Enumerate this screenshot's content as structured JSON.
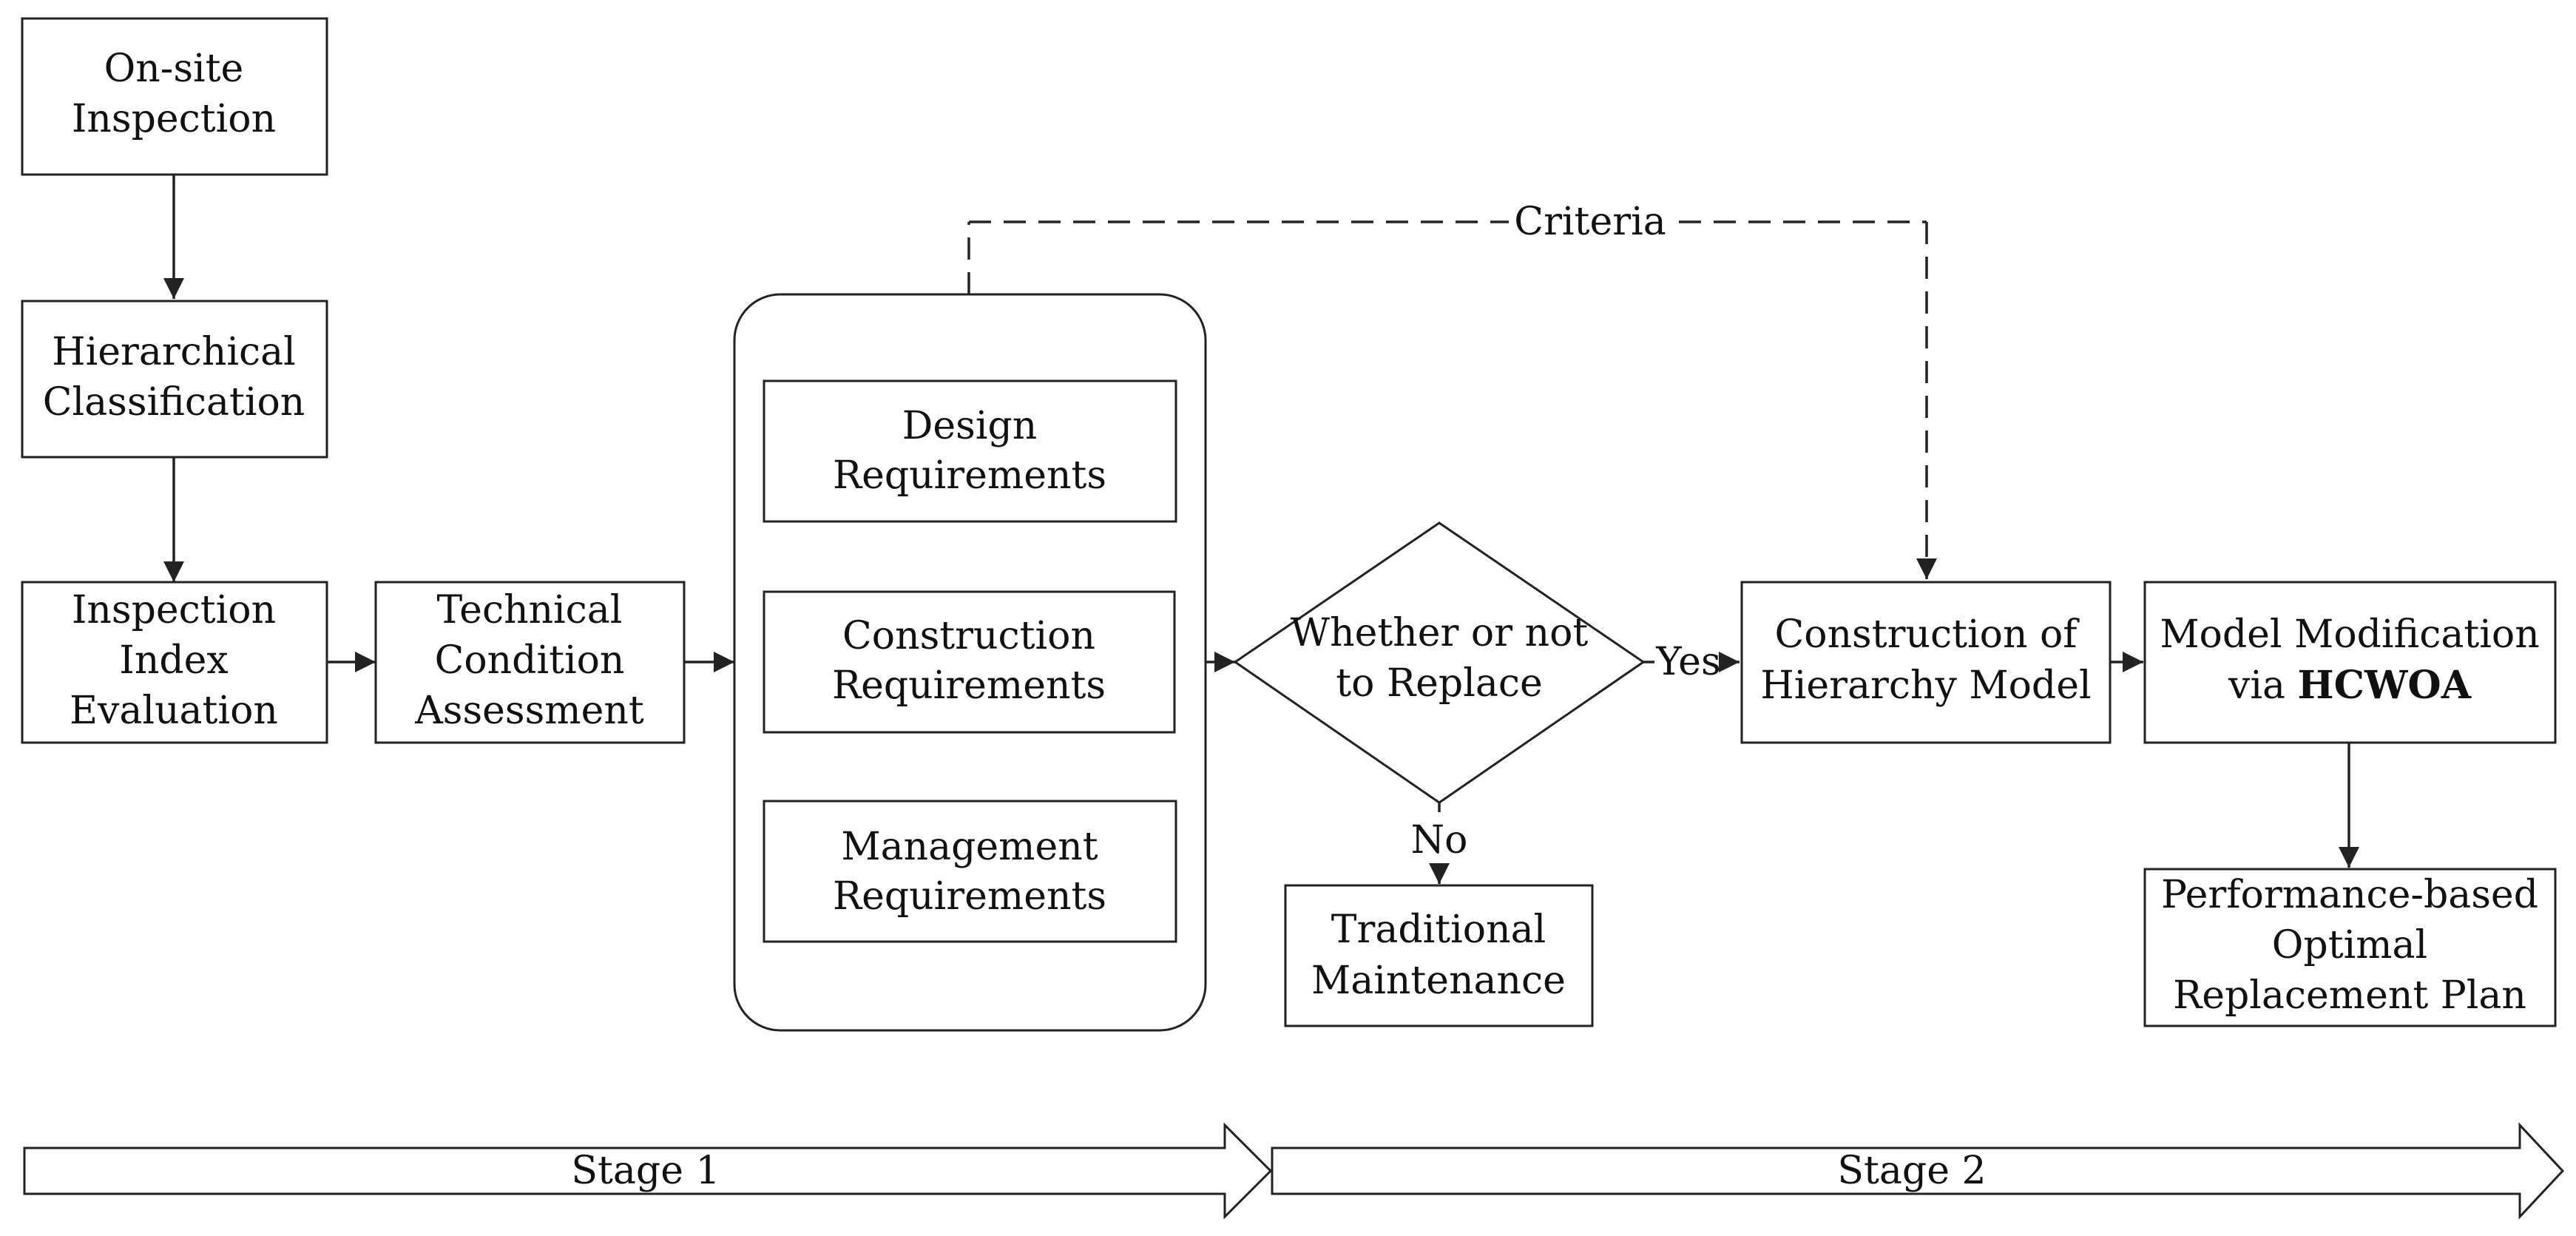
{
  "nodes": {
    "onsite": {
      "line1": "On-site",
      "line2": "Inspection"
    },
    "hierarchical": {
      "line1": "Hierarchical",
      "line2": "Classification"
    },
    "index_eval": {
      "line1": "Inspection",
      "line2": "Index",
      "line3": "Evaluation"
    },
    "technical": {
      "line1": "Technical",
      "line2": "Condition",
      "line3": "Assessment"
    },
    "design": {
      "line1": "Design",
      "line2": "Requirements"
    },
    "construction_req": {
      "line1": "Construction",
      "line2": "Requirements"
    },
    "management": {
      "line1": "Management",
      "line2": "Requirements"
    },
    "decision": {
      "line1": "Whether or not",
      "line2": "to Replace"
    },
    "traditional": {
      "line1": "Traditional",
      "line2": "Maintenance"
    },
    "hierarchy_model": {
      "line1": "Construction of",
      "line2": "Hierarchy Model"
    },
    "modification": {
      "line1": "Model Modification",
      "line2_prefix": "via ",
      "line2_bold": "HCWOA"
    },
    "optimal": {
      "line1": "Performance-based",
      "line2": "Optimal",
      "line3": "Replacement Plan"
    }
  },
  "edges": {
    "criteria": "Criteria",
    "yes": "Yes",
    "no": "No"
  },
  "stages": {
    "stage1": "Stage 1",
    "stage2": "Stage 2"
  }
}
